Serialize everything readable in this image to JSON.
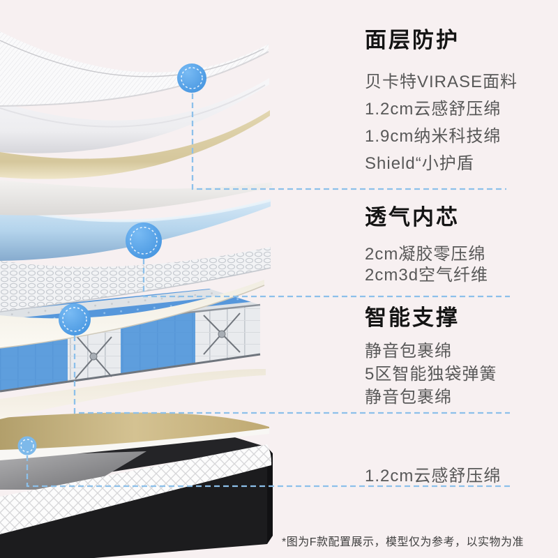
{
  "page": {
    "background_color": "#f7f0f1",
    "accent_blue": "#4a97e3",
    "dash_line_color": "#8cc0ea",
    "heading_color": "#141414",
    "body_text_color": "#585858"
  },
  "sections": [
    {
      "heading": "面层防护",
      "lines": [
        "贝卡特VIRASE面料",
        "1.2cm云感舒压绵",
        "1.9cm纳米科技绵",
        "Shield“小护盾"
      ]
    },
    {
      "heading": "透气内芯",
      "lines": [
        "2cm凝胶零压绵",
        "2cm3d空气纤维"
      ]
    },
    {
      "heading": "智能支撑",
      "lines": [
        "静音包裹绵",
        "5区智能独袋弹簧",
        "静音包裹绵"
      ]
    }
  ],
  "bottom_label": "1.2cm云感舒压绵",
  "disclaimer": "*图为F款配置展示，模型仅为参考，以实物为准",
  "illustration": {
    "type": "mattress-exploded-view",
    "layers": [
      "surface-fabric-layer",
      "cloud-foam-layer",
      "nano-tech-foam-layer",
      "soft-white-foam-layer",
      "gel-foam-layer",
      "air-fiber-3d-layer",
      "wrap-foam-top-layer",
      "pocket-spring-unit",
      "wrap-foam-bottom-layer",
      "support-foam-layer",
      "base-foundation"
    ],
    "callout_markers": 4
  }
}
